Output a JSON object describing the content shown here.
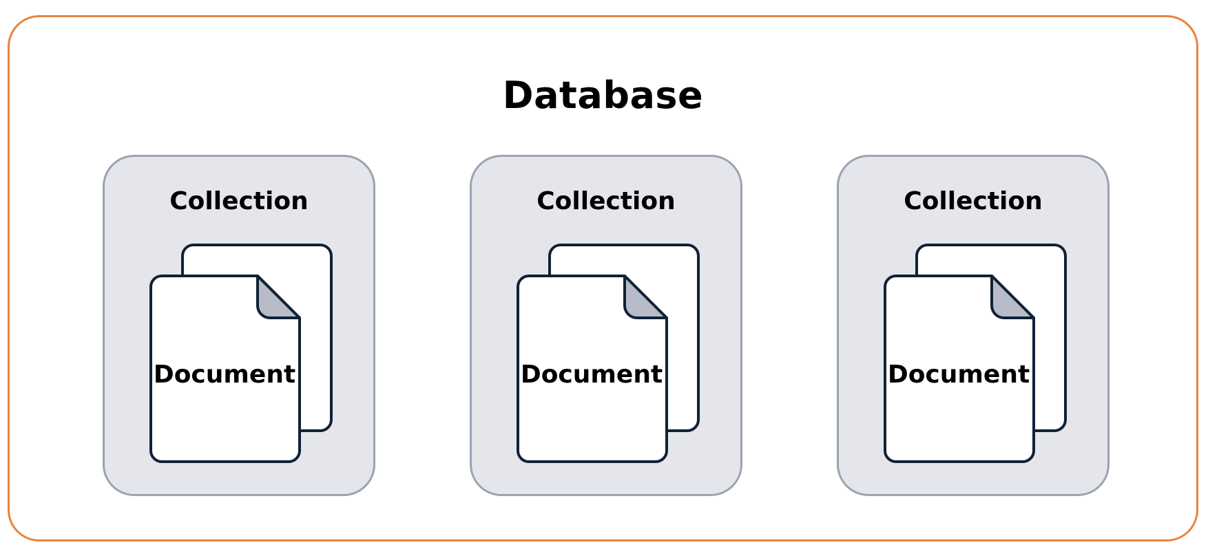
{
  "database": {
    "title": "Database",
    "collections": [
      {
        "title": "Collection",
        "document_label": "Document"
      },
      {
        "title": "Collection",
        "document_label": "Document"
      },
      {
        "title": "Collection",
        "document_label": "Document"
      }
    ]
  },
  "colors": {
    "database_border": "#e8843c",
    "collection_fill": "#e4e6eb",
    "collection_border": "#9aa3b2",
    "document_stroke": "#0f2236",
    "document_fold": "#b8bcc8"
  }
}
